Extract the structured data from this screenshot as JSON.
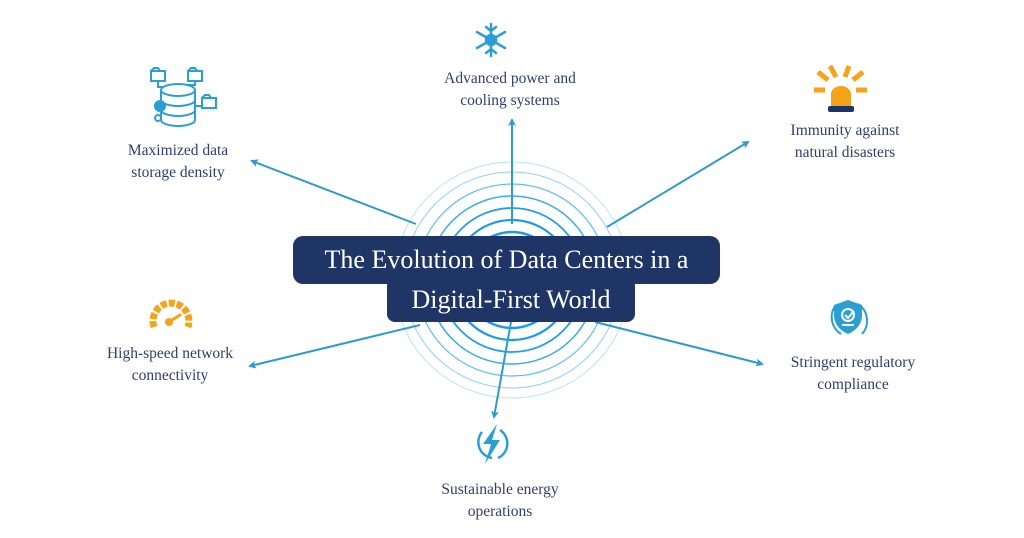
{
  "title": {
    "line1": "The Evolution of Data Centers in a",
    "line2": "Digital-First World"
  },
  "colors": {
    "title_bg": "#1f3566",
    "title_text": "#ffffff",
    "label_text": "#2e3f6e",
    "arrow": "#2e9bcc",
    "ring_strong": "#1a9be8",
    "ring_light": "#8fd0f5",
    "icon_blue": "#2a9fd6",
    "icon_orange": "#f7a21b",
    "icon_navy": "#1f3566"
  },
  "nodes": [
    {
      "id": "storage",
      "icon": "database-folders-icon",
      "line1": "Maximized data",
      "line2": "storage density"
    },
    {
      "id": "cooling",
      "icon": "snowflake-icon",
      "line1": "Advanced power and",
      "line2": "cooling systems"
    },
    {
      "id": "disaster",
      "icon": "alarm-beacon-icon",
      "line1": "Immunity against",
      "line2": "natural disasters"
    },
    {
      "id": "network",
      "icon": "speedometer-icon",
      "line1": "High-speed network",
      "line2": "connectivity"
    },
    {
      "id": "energy",
      "icon": "lightning-bolt-icon",
      "line1": "Sustainable energy",
      "line2": "operations"
    },
    {
      "id": "compliance",
      "icon": "shield-check-icon",
      "line1": "Stringent regulatory",
      "line2": "compliance"
    }
  ]
}
